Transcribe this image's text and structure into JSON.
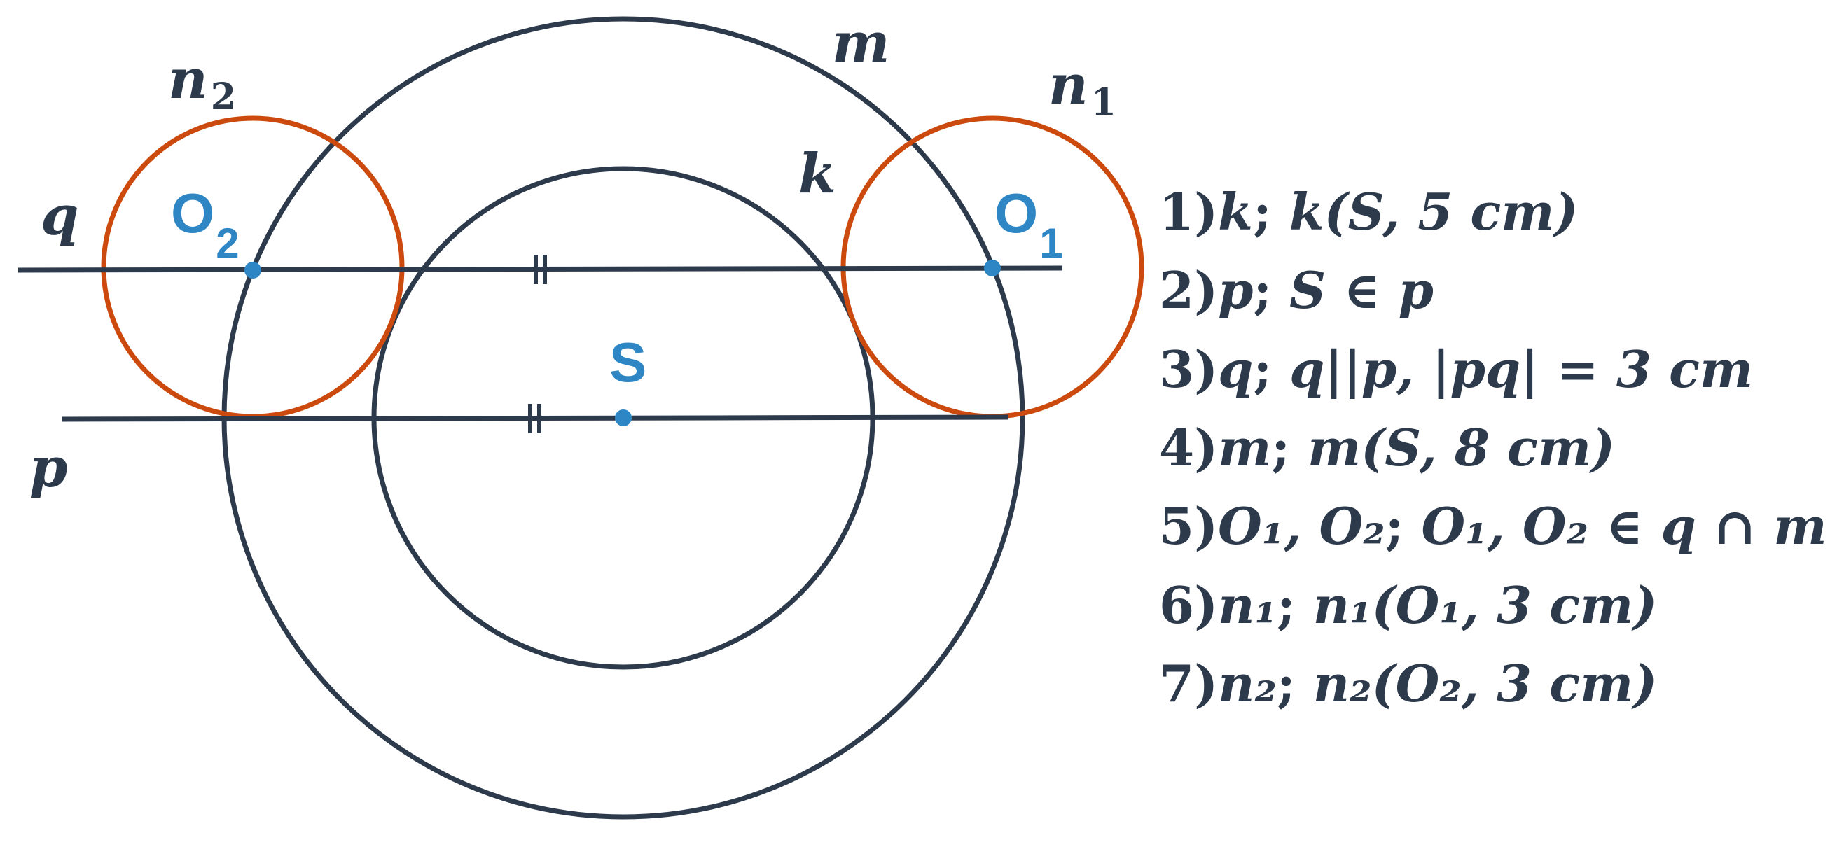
{
  "colors": {
    "dark": "#2d3a4c",
    "orange": "#cc4a0e",
    "blue": "#2e86c4"
  },
  "labels": {
    "m": "m",
    "k": "k",
    "q": "q",
    "p": "p",
    "n": "n",
    "n1_sub": "1",
    "n2_sub": "2",
    "O": "O",
    "O1_sub": "1",
    "O2_sub": "2",
    "S": "S"
  },
  "steps": [
    {
      "num": "1)",
      "obj": "k",
      "sep": "; ",
      "def": "k(S, 5 cm)"
    },
    {
      "num": "2)",
      "obj": "p",
      "sep": "; ",
      "def": "S ∈ p"
    },
    {
      "num": "3)",
      "obj": "q",
      "sep": "; ",
      "def": "q||p, |pq| = 3 cm"
    },
    {
      "num": "4)",
      "obj": "m",
      "sep": "; ",
      "def": "m(S, 8 cm)"
    },
    {
      "num": "5)",
      "obj": "O₁, O₂",
      "sep": "; ",
      "def": "O₁, O₂ ∈ q ∩ m"
    },
    {
      "num": "6)",
      "obj": "n₁",
      "sep": "; ",
      "def": "n₁(O₁, 3 cm)"
    },
    {
      "num": "7)",
      "obj": "n₂",
      "sep": "; ",
      "def": "n₂(O₂, 3 cm)"
    }
  ]
}
